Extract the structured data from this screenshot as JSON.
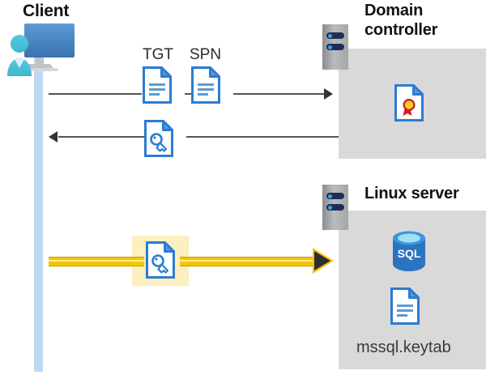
{
  "diagram": {
    "type": "sequence-flow",
    "description": "Kerberos authentication flow between a client, a domain controller and a Linux server running SQL Server",
    "background_color": "#ffffff"
  },
  "actors": {
    "client": {
      "title": "Client",
      "icon": "client-workstation-icon",
      "lifeline_color": "#bcd9f4"
    },
    "domain_controller": {
      "title": "Domain\ncontroller",
      "title_line1": "Domain",
      "title_line2": "controller",
      "icon": "server-rack-icon",
      "panel_color": "#d9d9d9",
      "contents": [
        {
          "name": "certificate-document-icon",
          "label": ""
        }
      ]
    },
    "linux_server": {
      "title": "Linux server",
      "icon": "server-rack-icon",
      "panel_color": "#d9d9d9",
      "contents": [
        {
          "name": "sql-database-icon",
          "label": "SQL"
        },
        {
          "name": "keytab-document-icon",
          "label": "mssql.keytab"
        }
      ]
    }
  },
  "messages": [
    {
      "id": "msg-1",
      "direction": "client-to-domain-controller",
      "style": "gray-arrow",
      "color": "#555555",
      "artifacts": [
        {
          "label": "TGT",
          "icon": "text-document-icon"
        },
        {
          "label": "SPN",
          "icon": "text-document-icon"
        }
      ]
    },
    {
      "id": "msg-2",
      "direction": "domain-controller-to-client",
      "style": "gray-arrow",
      "color": "#555555",
      "artifacts": [
        {
          "label": "",
          "icon": "key-document-icon"
        }
      ]
    },
    {
      "id": "msg-3",
      "direction": "client-to-linux-server",
      "style": "yellow-highlighted-arrow",
      "color": "#f5c500",
      "highlight_color": "#fcefc0",
      "artifacts": [
        {
          "label": "",
          "icon": "key-document-icon"
        }
      ]
    }
  ],
  "labels": {
    "tgt": "TGT",
    "spn": "SPN",
    "sql": "SQL",
    "keytab_file": "mssql.keytab"
  },
  "colors": {
    "panel_gray": "#d9d9d9",
    "lifeline_blue": "#bcd9f4",
    "doc_blue": "#2b7cd3",
    "highlight_yellow": "#fcefc0",
    "arrow_yellow": "#f5c500",
    "rack_navy": "#1f2e57",
    "sql_blue": "#2a74c0",
    "cert_red": "#cc2027",
    "cert_gold": "#f7d117",
    "text_dark": "#111111"
  }
}
